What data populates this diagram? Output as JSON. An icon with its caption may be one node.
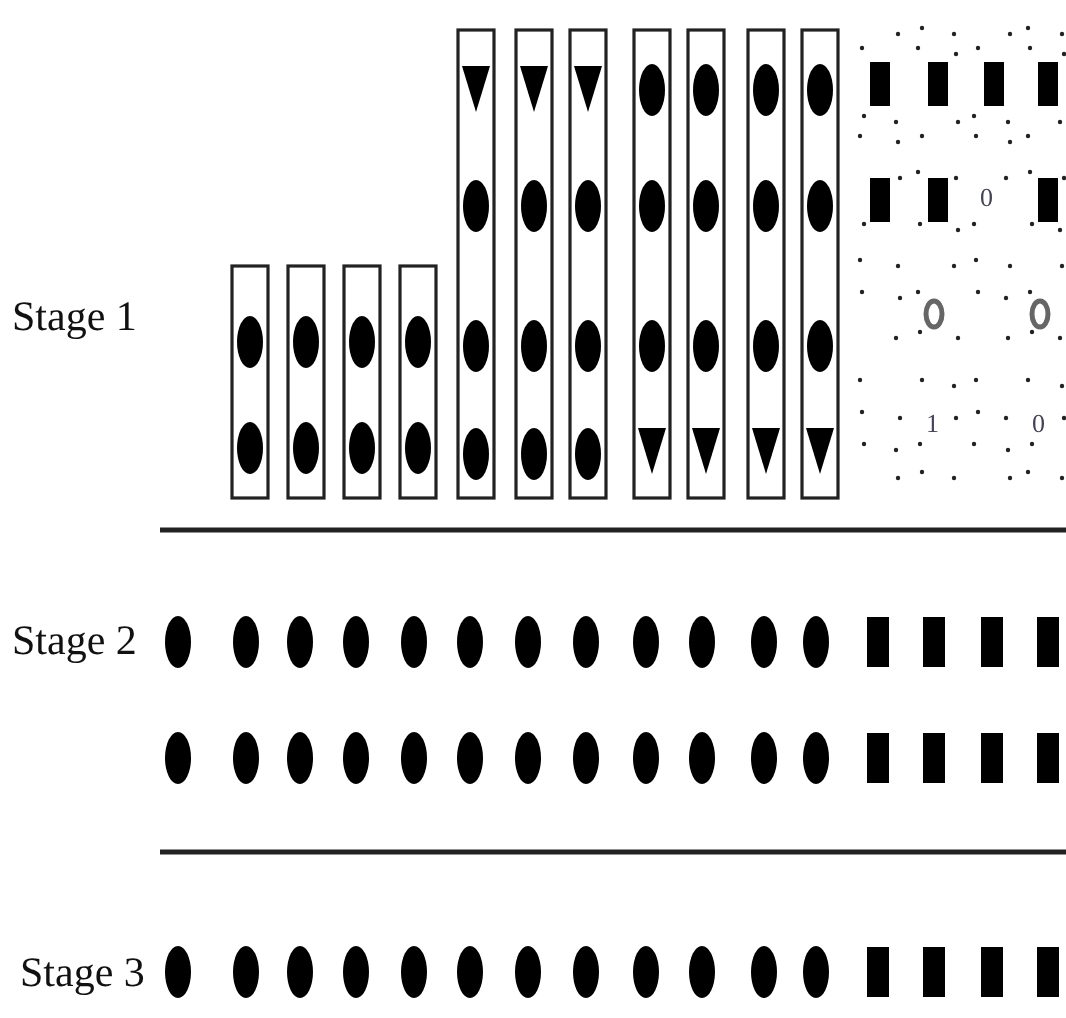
{
  "diagram": {
    "labels": [
      "Stage 1",
      "0",
      "1",
      "0",
      "Stage 2",
      "Stage 3"
    ]
  }
}
